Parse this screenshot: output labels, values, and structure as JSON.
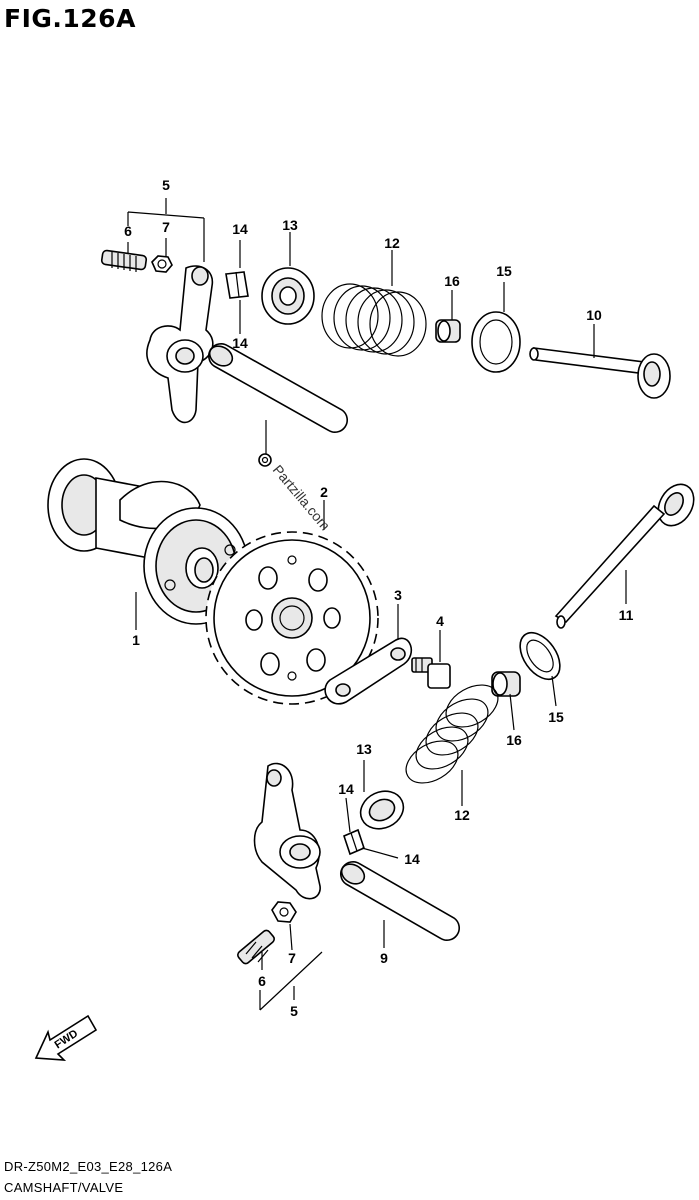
{
  "figure_title": "FIG.126A",
  "diagram_code": "DR-Z50M2_E03_E28_126A",
  "caption": "CAMSHAFT/VALVE",
  "watermark": "Partzilla.com",
  "fwd_label": "FWD",
  "callouts": {
    "c1": "1",
    "c2": "2",
    "c3": "3",
    "c4": "4",
    "c5_top": "5",
    "c5_bottom": "5",
    "c6_top": "6",
    "c6_bottom": "6",
    "c7_top": "7",
    "c7_bottom": "7",
    "c9": "9",
    "c10": "10",
    "c11": "11",
    "c12_top": "12",
    "c12_bottom": "12",
    "c13_top": "13",
    "c13_bottom": "13",
    "c14_a": "14",
    "c14_b": "14",
    "c14_c": "14",
    "c14_d": "14",
    "c15_top": "15",
    "c15_bottom": "15",
    "c16_top": "16",
    "c16_bottom": "16"
  }
}
